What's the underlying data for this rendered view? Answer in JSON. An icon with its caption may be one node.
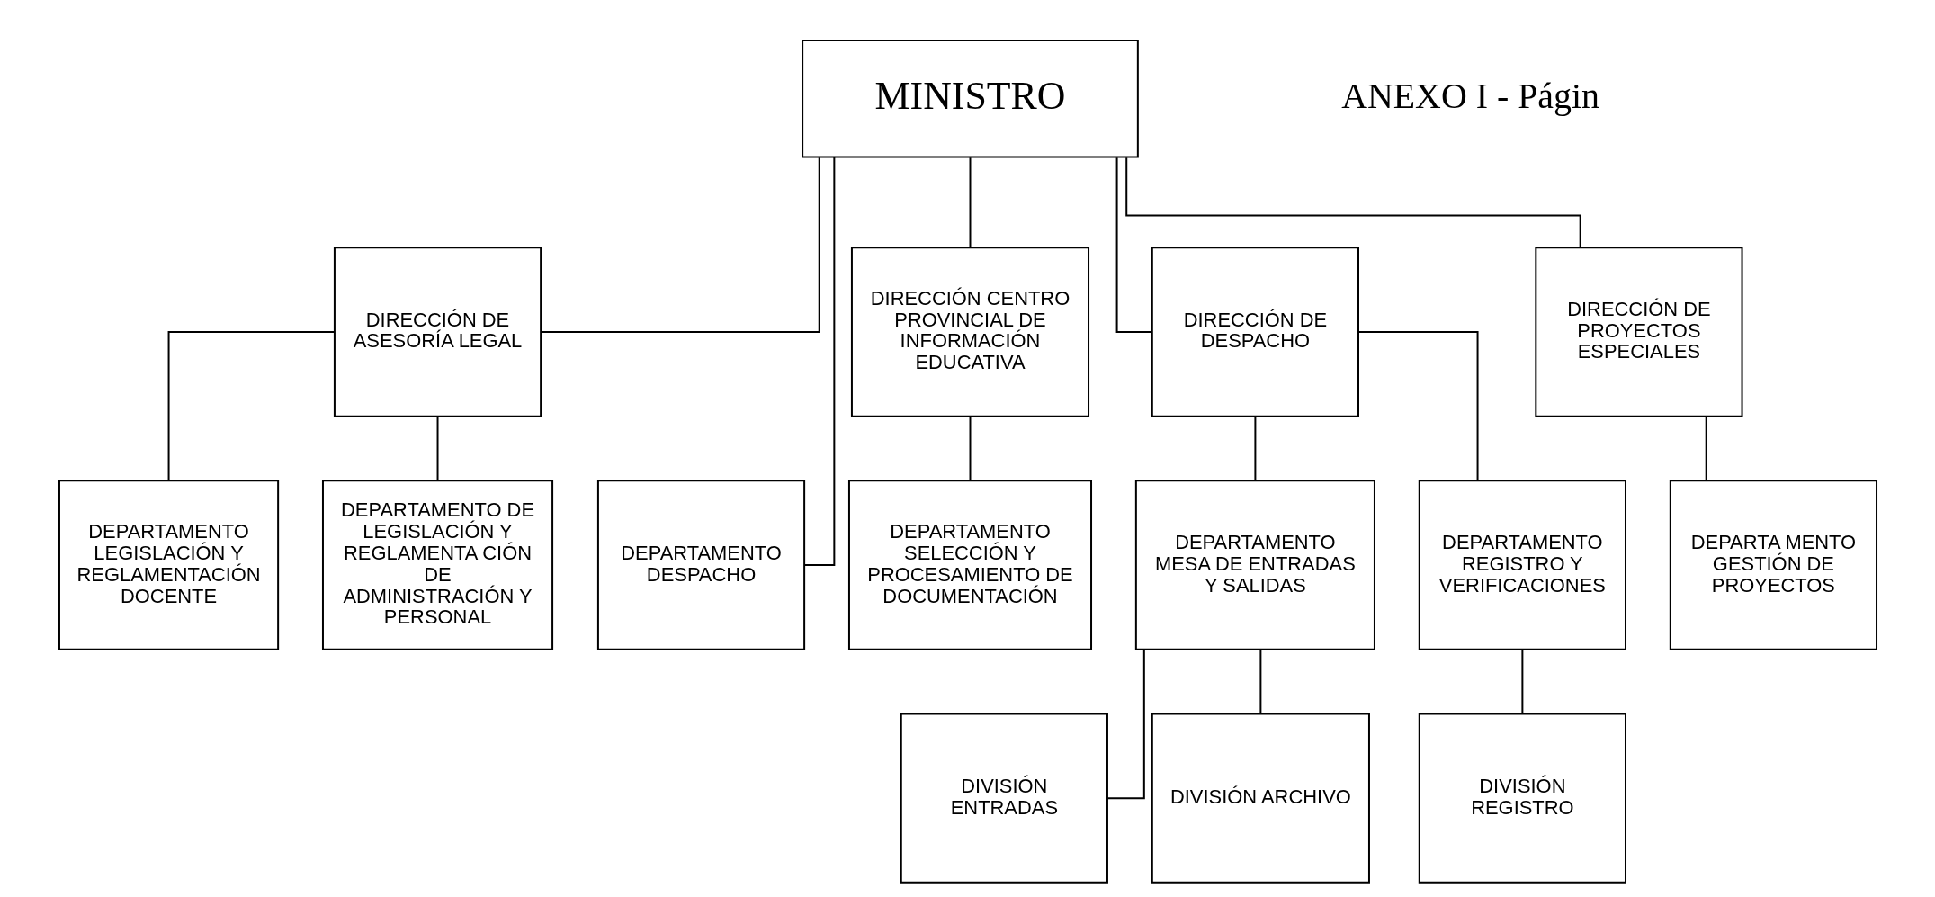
{
  "diagram": {
    "nodes": [
      {
        "text": [
          "MINISTRO"
        ]
      },
      {
        "text": [
          "DIRECCIÓN DE ASESORÍA LEGAL"
        ]
      },
      {
        "text": [
          "DEPARTAMENTO DESPACHO"
        ]
      },
      {
        "text": [
          "DIRECCIÓN CENTRO PROVINCIAL DE INFORMACIÓN EDUCATIVA"
        ]
      },
      {
        "text": [
          "DIRECCIÓN DE DESPACHO"
        ]
      },
      {
        "text": [
          "DIRECCIÓN DE PROYECTOS ESPECIALES"
        ]
      },
      {
        "text": [
          "DEPARTAMENTO LEGISLACIÓN Y REGLAMENTACIÓN DOCENTE"
        ]
      },
      {
        "text": [
          "DEPARTAMENTO DE LEGISLACIÓN Y REGLAMENTA CIÓN DE ADMINISTRACIÓN Y PERSONAL"
        ]
      },
      {
        "text": [
          "DEPARTAMENTO SELECCIÓN Y PROCESAMIENTO DE DOCUMENTACIÓN"
        ]
      },
      {
        "text": [
          "DEPARTAMENTO MESA DE ENTRADAS Y SALIDAS"
        ]
      },
      {
        "text": [
          "DEPARTAMENTO REGISTRO Y VERIFICACIONES"
        ]
      },
      {
        "text": [
          "DEPARTA MENTO GESTIÓN DE PROYECTOS"
        ]
      },
      {
        "text": [
          "DIVISIÓN ENTRADAS"
        ]
      },
      {
        "text": [
          "DIVISIÓN ARCHIVO"
        ]
      },
      {
        "text": [
          "DIVISIÓN REGISTRO"
        ]
      }
    ],
    "edges": [
      {
        "from": 0,
        "to": 1,
        "arrow": "none"
      },
      {
        "from": 0,
        "to": 2,
        "arrow": "none"
      },
      {
        "from": 0,
        "to": 3,
        "arrow": "none"
      },
      {
        "from": 0,
        "to": 4,
        "arrow": "none"
      },
      {
        "from": 0,
        "to": 5,
        "arrow": "none"
      },
      {
        "from": 1,
        "to": 6,
        "arrow": "none"
      },
      {
        "from": 1,
        "to": 7,
        "arrow": "none"
      },
      {
        "from": 3,
        "to": 8,
        "arrow": "none"
      },
      {
        "from": 4,
        "to": 9,
        "arrow": "none"
      },
      {
        "from": 4,
        "to": 10,
        "arrow": "none"
      },
      {
        "from": 5,
        "to": 11,
        "arrow": "none"
      },
      {
        "from": 9,
        "to": 12,
        "arrow": "none"
      },
      {
        "from": 9,
        "to": 13,
        "arrow": "none"
      },
      {
        "from": 10,
        "to": 14,
        "arrow": "none"
      }
    ],
    "labels": [
      "ANEXO I - Págin"
    ]
  }
}
